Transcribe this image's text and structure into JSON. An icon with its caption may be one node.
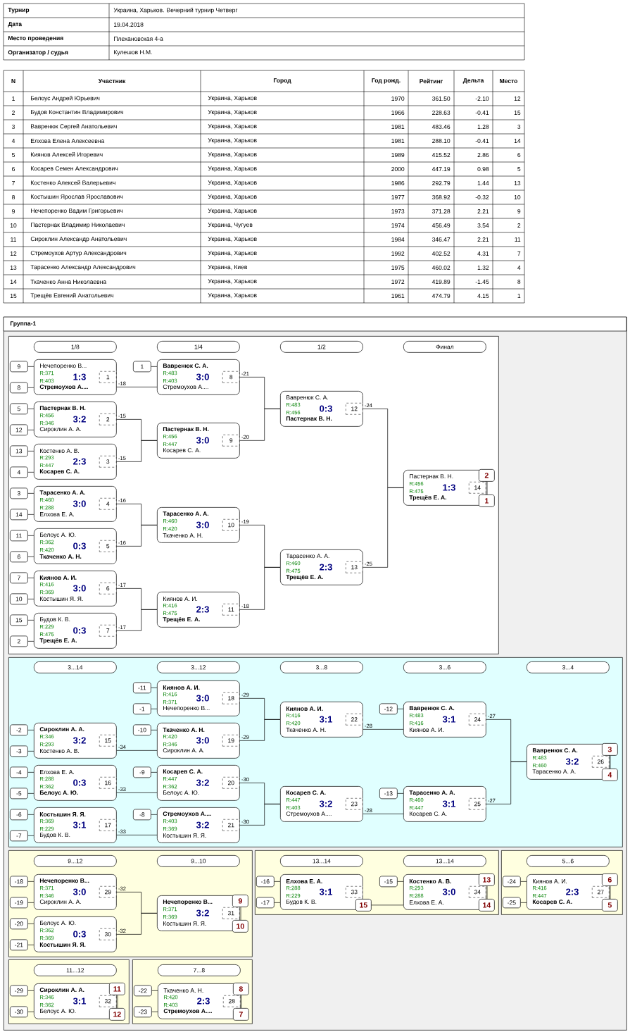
{
  "diagram": {
    "nodes": [
      {
        "text": [
          "Группа-1"
        ]
      },
      {
        "text": [],
        "shape": "box",
        "in": 0
      },
      {
        "text": [
          "1/8"
        ],
        "in": 1
      },
      {
        "text": [
          "1/4"
        ],
        "in": 1
      },
      {
        "text": [
          "1/2"
        ],
        "in": 1
      },
      {
        "text": [
          "Финал"
        ],
        "in": 1
      },
      {
        "text": [
          "9"
        ],
        "in": 1
      },
      {
        "text": [
          "8"
        ],
        "in": 1
      },
      {
        "text": [
          "Нечепоренко В...",
          "R:371",
          "1:3",
          "R:403",
          "**Стремоухов А....**"
        ],
        "in": 1
      },
      {
        "text": [
          "1"
        ],
        "in": 8
      },
      {
        "text": [
          "5"
        ],
        "in": 1
      },
      {
        "text": [
          "12"
        ],
        "in": 1
      },
      {
        "text": [
          "**Пастернак В. Н.**",
          "R:456",
          "3:2",
          "R:346",
          "Сироклин А. А."
        ],
        "in": 1
      },
      {
        "text": [
          "2"
        ],
        "in": 12
      },
      {
        "text": [
          "13"
        ],
        "in": 1
      },
      {
        "text": [
          "4"
        ],
        "in": 1
      },
      {
        "text": [
          "Костенко А. В.",
          "R:293",
          "2:3",
          "R:447",
          "**Косарев С. А.**"
        ],
        "in": 1
      },
      {
        "text": [
          "3"
        ],
        "in": 16
      },
      {
        "text": [
          "3"
        ],
        "in": 1
      },
      {
        "text": [
          "14"
        ],
        "in": 1
      },
      {
        "text": [
          "**Тарасенко А. А.**",
          "R:460",
          "3:0",
          "R:288",
          "Елхова Е. А."
        ],
        "in": 1
      },
      {
        "text": [
          "4"
        ],
        "in": 20
      },
      {
        "text": [
          "11"
        ],
        "in": 1
      },
      {
        "text": [
          "6"
        ],
        "in": 1
      },
      {
        "text": [
          "Белоус А. Ю.",
          "R:362",
          "0:3",
          "R:420",
          "**Ткаченко А. Н.**"
        ],
        "in": 1
      },
      {
        "text": [
          "5"
        ],
        "in": 24
      },
      {
        "text": [
          "7"
        ],
        "in": 1
      },
      {
        "text": [
          "10"
        ],
        "in": 1
      },
      {
        "text": [
          "**Киянов А. И.**",
          "R:416",
          "3:0",
          "R:369",
          "Костышин Я. Я."
        ],
        "in": 1
      },
      {
        "text": [
          "6"
        ],
        "in": 28
      },
      {
        "text": [
          "15"
        ],
        "in": 1
      },
      {
        "text": [
          "2"
        ],
        "in": 1
      },
      {
        "text": [
          "Будов К. В.",
          "R:229",
          "0:3",
          "R:475",
          "**Трещёв Е. А.**"
        ],
        "in": 1
      },
      {
        "text": [
          "7"
        ],
        "in": 32
      },
      {
        "text": [
          "1"
        ],
        "in": 1
      },
      {
        "text": [
          "**Вавренюк С. А.**",
          "R:483",
          "3:0",
          "R:403",
          "Стремоухов А...."
        ],
        "in": 1
      },
      {
        "text": [
          "8"
        ],
        "in": 35
      },
      {
        "text": [
          "**Пастернак В. Н.**",
          "R:456",
          "3:0",
          "R:447",
          "Косарев С. А."
        ],
        "in": 1
      },
      {
        "text": [
          "9"
        ],
        "in": 37
      },
      {
        "text": [
          "**Тарасенко А. А.**",
          "R:460",
          "3:0",
          "R:420",
          "Ткаченко А. Н."
        ],
        "in": 1
      },
      {
        "text": [
          "10"
        ],
        "in": 39
      },
      {
        "text": [
          "Киянов А. И.",
          "R:416",
          "2:3",
          "R:475",
          "**Трещёв Е. А.**"
        ],
        "in": 1
      },
      {
        "text": [
          "11"
        ],
        "in": 41
      },
      {
        "text": [
          "Вавренюк С. А.",
          "R:483",
          "0:3",
          "R:456",
          "**Пастернак В. Н.**"
        ],
        "in": 1
      },
      {
        "text": [
          "12"
        ],
        "in": 43
      },
      {
        "text": [
          "Тарасенко А. А.",
          "R:460",
          "2:3",
          "R:475",
          "**Трещёв Е. А.**"
        ],
        "in": 1
      },
      {
        "text": [
          "13"
        ],
        "in": 45
      },
      {
        "text": [
          "Пастернак В. Н.",
          "R:456",
          "1:3",
          "R:475",
          "**Трещёв Е. А.**"
        ],
        "in": 1
      },
      {
        "text": [
          "14"
        ],
        "in": 47
      },
      {
        "text": [
          "2"
        ],
        "in": 1
      },
      {
        "text": [
          "1"
        ],
        "in": 1
      },
      {
        "text": [],
        "shape": "box",
        "in": 0
      },
      {
        "text": [
          "3...14"
        ],
        "in": 51
      },
      {
        "text": [
          "3...12"
        ],
        "in": 51
      },
      {
        "text": [
          "3...8"
        ],
        "in": 51
      },
      {
        "text": [
          "3...6"
        ],
        "in": 51
      },
      {
        "text": [
          "3...4"
        ],
        "in": 51
      },
      {
        "text": [
          "-2"
        ],
        "in": 51
      },
      {
        "text": [
          "-3"
        ],
        "in": 51
      },
      {
        "text": [
          "**Сироклин А. А.**",
          "R:346",
          "3:2",
          "R:293",
          "Костенко А. В."
        ],
        "in": 51
      },
      {
        "text": [
          "15"
        ],
        "in": 59
      },
      {
        "text": [
          "-4"
        ],
        "in": 51
      },
      {
        "text": [
          "-5"
        ],
        "in": 51
      },
      {
        "text": [
          "Елхова Е. А.",
          "R:288",
          "0:3",
          "R:362",
          "**Белоус А. Ю.**"
        ],
        "in": 51
      },
      {
        "text": [
          "16"
        ],
        "in": 63
      },
      {
        "text": [
          "-6"
        ],
        "in": 51
      },
      {
        "text": [
          "-7"
        ],
        "in": 51
      },
      {
        "text": [
          "**Костышин Я. Я.**",
          "R:369",
          "3:1",
          "R:229",
          "Будов К. В."
        ],
        "in": 51
      },
      {
        "text": [
          "17"
        ],
        "in": 67
      },
      {
        "text": [
          "-11"
        ],
        "in": 51
      },
      {
        "text": [
          "-1"
        ],
        "in": 51
      },
      {
        "text": [
          "**Киянов А. И.**",
          "R:416",
          "3:0",
          "R:371",
          "Нечепоренко В..."
        ],
        "in": 51
      },
      {
        "text": [
          "18"
        ],
        "in": 71
      },
      {
        "text": [
          "-10"
        ],
        "in": 51
      },
      {
        "text": [
          "**Ткаченко А. Н.**",
          "R:420",
          "3:0",
          "R:346",
          "Сироклин А. А."
        ],
        "in": 51
      },
      {
        "text": [
          "19"
        ],
        "in": 74
      },
      {
        "text": [
          "-9"
        ],
        "in": 51
      },
      {
        "text": [
          "**Косарев С. А.**",
          "R:447",
          "3:2",
          "R:362",
          "Белоус А. Ю."
        ],
        "in": 51
      },
      {
        "text": [
          "20"
        ],
        "in": 77
      },
      {
        "text": [
          "-8"
        ],
        "in": 51
      },
      {
        "text": [
          "**Стремоухов А....**",
          "R:403",
          "3:2",
          "R:369",
          "Костышин Я. Я."
        ],
        "in": 51
      },
      {
        "text": [
          "21"
        ],
        "in": 80
      },
      {
        "text": [
          "**Киянов А. И.**",
          "R:416",
          "3:1",
          "R:420",
          "Ткаченко А. Н."
        ],
        "in": 51
      },
      {
        "text": [
          "22"
        ],
        "in": 82
      },
      {
        "text": [
          "**Косарев С. А.**",
          "R:447",
          "3:2",
          "R:403",
          "Стремоухов А...."
        ],
        "in": 51
      },
      {
        "text": [
          "23"
        ],
        "in": 84
      },
      {
        "text": [
          "-12"
        ],
        "in": 51
      },
      {
        "text": [
          "**Вавренюк С. А.**",
          "R:483",
          "3:1",
          "R:416",
          "Киянов А. И."
        ],
        "in": 51
      },
      {
        "text": [
          "24"
        ],
        "in": 87
      },
      {
        "text": [
          "-13"
        ],
        "in": 51
      },
      {
        "text": [
          "**Тарасенко А. А.**",
          "R:460",
          "3:1",
          "R:447",
          "Косарев С. А."
        ],
        "in": 51
      },
      {
        "text": [
          "25"
        ],
        "in": 90
      },
      {
        "text": [
          "**Вавренюк С. А.**",
          "R:483",
          "3:2",
          "R:460",
          "Тарасенко А. А."
        ],
        "in": 51
      },
      {
        "text": [
          "26"
        ],
        "in": 92
      },
      {
        "text": [
          "3"
        ],
        "in": 51
      },
      {
        "text": [
          "4"
        ],
        "in": 51
      },
      {
        "text": [],
        "shape": "box",
        "in": 0
      },
      {
        "text": [
          "9...12"
        ],
        "in": 96
      },
      {
        "text": [
          "9...10"
        ],
        "in": 96
      },
      {
        "text": [
          "-18"
        ],
        "in": 96
      },
      {
        "text": [
          "-19"
        ],
        "in": 96
      },
      {
        "text": [
          "**Нечепоренко В...**",
          "R:371",
          "3:0",
          "R:346",
          "Сироклин А. А."
        ],
        "in": 96
      },
      {
        "text": [
          "29"
        ],
        "in": 101
      },
      {
        "text": [
          "-20"
        ],
        "in": 96
      },
      {
        "text": [
          "-21"
        ],
        "in": 96
      },
      {
        "text": [
          "Белоус А. Ю.",
          "R:362",
          "0:3",
          "R:369",
          "**Костышин Я. Я.**"
        ],
        "in": 96
      },
      {
        "text": [
          "30"
        ],
        "in": 105
      },
      {
        "text": [
          "**Нечепоренко В...**",
          "R:371",
          "3:2",
          "R:369",
          "Костышин Я. Я."
        ],
        "in": 96
      },
      {
        "text": [
          "31"
        ],
        "in": 107
      },
      {
        "text": [
          "9"
        ],
        "in": 96
      },
      {
        "text": [
          "10"
        ],
        "in": 96
      },
      {
        "text": [],
        "shape": "box",
        "in": 0
      },
      {
        "text": [
          "13...14"
        ],
        "in": 111
      },
      {
        "text": [
          "13...14"
        ],
        "in": 111
      },
      {
        "text": [
          "-16"
        ],
        "in": 111
      },
      {
        "text": [
          "-17"
        ],
        "in": 111
      },
      {
        "text": [
          "**Елхова Е. А.**",
          "R:288",
          "3:1",
          "R:229",
          "Будов К. В."
        ],
        "in": 111
      },
      {
        "text": [
          "33"
        ],
        "in": 116
      },
      {
        "text": [
          "15"
        ],
        "in": 111
      },
      {
        "text": [
          "-15"
        ],
        "in": 111
      },
      {
        "text": [
          "**Костенко А. В.**",
          "R:293",
          "3:0",
          "R:288",
          "Елхова Е. А."
        ],
        "in": 111
      },
      {
        "text": [
          "34"
        ],
        "in": 120
      },
      {
        "text": [
          "13"
        ],
        "in": 111
      },
      {
        "text": [
          "14"
        ],
        "in": 111
      },
      {
        "text": [],
        "shape": "box",
        "in": 0
      },
      {
        "text": [
          "5...6"
        ],
        "in": 124
      },
      {
        "text": [
          "-24"
        ],
        "in": 124
      },
      {
        "text": [
          "-25"
        ],
        "in": 124
      },
      {
        "text": [
          "Киянов А. И.",
          "R:416",
          "2:3",
          "R:447",
          "**Косарев С. А.**"
        ],
        "in": 124
      },
      {
        "text": [
          "27"
        ],
        "in": 128
      },
      {
        "text": [
          "6"
        ],
        "in": 124
      },
      {
        "text": [
          "5"
        ],
        "in": 124
      },
      {
        "text": [],
        "shape": "box",
        "in": 0
      },
      {
        "text": [
          "11...12"
        ],
        "in": 132
      },
      {
        "text": [
          "-29"
        ],
        "in": 132
      },
      {
        "text": [
          "-30"
        ],
        "in": 132
      },
      {
        "text": [
          "**Сироклин А. А.**",
          "R:346",
          "3:1",
          "R:362",
          "Белоус А. Ю."
        ],
        "in": 132
      },
      {
        "text": [
          "32"
        ],
        "in": 136
      },
      {
        "text": [
          "11"
        ],
        "in": 132
      },
      {
        "text": [
          "12"
        ],
        "in": 132
      },
      {
        "text": [],
        "shape": "box",
        "in": 0
      },
      {
        "text": [
          "7...8"
        ],
        "in": 140
      },
      {
        "text": [
          "-22"
        ],
        "in": 140
      },
      {
        "text": [
          "-23"
        ],
        "in": 140
      },
      {
        "text": [
          "Ткаченко А. Н.",
          "R:420",
          "2:3",
          "R:403",
          "**Стремоухов А....**"
        ],
        "in": 140
      },
      {
        "text": [
          "28"
        ],
        "in": 144
      },
      {
        "text": [
          "8"
        ],
        "in": 140
      },
      {
        "text": [
          "7"
        ],
        "in": 140
      }
    ],
    "edges": [
      {
        "from": 6,
        "to": 8,
        "arrow": "none"
      },
      {
        "from": 7,
        "to": 8,
        "arrow": "none"
      },
      {
        "from": 10,
        "to": 12,
        "arrow": "none"
      },
      {
        "from": 11,
        "to": 12,
        "arrow": "none"
      },
      {
        "from": 14,
        "to": 16,
        "arrow": "none"
      },
      {
        "from": 15,
        "to": 16,
        "arrow": "none"
      },
      {
        "from": 18,
        "to": 20,
        "arrow": "none"
      },
      {
        "from": 19,
        "to": 20,
        "arrow": "none"
      },
      {
        "from": 22,
        "to": 24,
        "arrow": "none"
      },
      {
        "from": 23,
        "to": 24,
        "arrow": "none"
      },
      {
        "from": 26,
        "to": 28,
        "arrow": "none"
      },
      {
        "from": 27,
        "to": 28,
        "arrow": "none"
      },
      {
        "from": 30,
        "to": 32,
        "arrow": "none"
      },
      {
        "from": 31,
        "to": 32,
        "arrow": "none"
      },
      {
        "from": 34,
        "to": 35,
        "arrow": "none"
      },
      {
        "from": 8,
        "to": 35,
        "arrow": "none",
        "label": "-18"
      },
      {
        "from": 12,
        "to": 37,
        "arrow": "none",
        "label": "-15"
      },
      {
        "from": 16,
        "to": 37,
        "arrow": "none",
        "label": "-15"
      },
      {
        "from": 20,
        "to": 39,
        "arrow": "none",
        "label": "-16"
      },
      {
        "from": 24,
        "to": 39,
        "arrow": "none",
        "label": "-16"
      },
      {
        "from": 28,
        "to": 41,
        "arrow": "none",
        "label": "-17"
      },
      {
        "from": 32,
        "to": 41,
        "arrow": "none",
        "label": "-17"
      },
      {
        "from": 35,
        "to": 43,
        "arrow": "none",
        "label": "-21"
      },
      {
        "from": 37,
        "to": 43,
        "arrow": "none",
        "label": "-20"
      },
      {
        "from": 39,
        "to": 45,
        "arrow": "none",
        "label": "-19"
      },
      {
        "from": 41,
        "to": 45,
        "arrow": "none",
        "label": "-18"
      },
      {
        "from": 43,
        "to": 47,
        "arrow": "none",
        "label": "-24"
      },
      {
        "from": 45,
        "to": 47,
        "arrow": "none",
        "label": "-25"
      },
      {
        "from": 49,
        "to": 50,
        "arrow": "none"
      },
      {
        "from": 57,
        "to": 59,
        "arrow": "none"
      },
      {
        "from": 58,
        "to": 59,
        "arrow": "none"
      },
      {
        "from": 61,
        "to": 63,
        "arrow": "none"
      },
      {
        "from": 62,
        "to": 63,
        "arrow": "none"
      },
      {
        "from": 65,
        "to": 67,
        "arrow": "none"
      },
      {
        "from": 66,
        "to": 67,
        "arrow": "none"
      },
      {
        "from": 69,
        "to": 71,
        "arrow": "none"
      },
      {
        "from": 70,
        "to": 71,
        "arrow": "none"
      },
      {
        "from": 73,
        "to": 74,
        "arrow": "none"
      },
      {
        "from": 76,
        "to": 77,
        "arrow": "none"
      },
      {
        "from": 79,
        "to": 80,
        "arrow": "none"
      },
      {
        "from": 86,
        "to": 87,
        "arrow": "none"
      },
      {
        "from": 89,
        "to": 90,
        "arrow": "none"
      },
      {
        "from": 59,
        "to": 74,
        "arrow": "none",
        "label": "-34"
      },
      {
        "from": 63,
        "to": 77,
        "arrow": "none",
        "label": "-33"
      },
      {
        "from": 67,
        "to": 80,
        "arrow": "none",
        "label": "-33"
      },
      {
        "from": 71,
        "to": 82,
        "arrow": "none",
        "label": "-29"
      },
      {
        "from": 74,
        "to": 82,
        "arrow": "none",
        "label": "-29"
      },
      {
        "from": 77,
        "to": 84,
        "arrow": "none",
        "label": "-30"
      },
      {
        "from": 80,
        "to": 84,
        "arrow": "none",
        "label": "-30"
      },
      {
        "from": 82,
        "to": 87,
        "arrow": "none",
        "label": "-28"
      },
      {
        "from": 84,
        "to": 90,
        "arrow": "none",
        "label": "-28"
      },
      {
        "from": 87,
        "to": 92,
        "arrow": "none",
        "label": "-27"
      },
      {
        "from": 90,
        "to": 92,
        "arrow": "none",
        "label": "-27"
      },
      {
        "from": 94,
        "to": 95,
        "arrow": "none"
      },
      {
        "from": 99,
        "to": 101,
        "arrow": "none"
      },
      {
        "from": 100,
        "to": 101,
        "arrow": "none"
      },
      {
        "from": 103,
        "to": 105,
        "arrow": "none"
      },
      {
        "from": 104,
        "to": 105,
        "arrow": "none"
      },
      {
        "from": 101,
        "to": 107,
        "arrow": "none",
        "label": "-32"
      },
      {
        "from": 105,
        "to": 107,
        "arrow": "none",
        "label": "-32"
      },
      {
        "from": 109,
        "to": 110,
        "arrow": "none"
      },
      {
        "from": 114,
        "to": 116,
        "arrow": "none"
      },
      {
        "from": 115,
        "to": 116,
        "arrow": "none"
      },
      {
        "from": 118,
        "to": 120,
        "arrow": "none"
      },
      {
        "from": 119,
        "to": 120,
        "arrow": "none"
      },
      {
        "from": 122,
        "to": 123,
        "arrow": "none"
      },
      {
        "from": 126,
        "to": 128,
        "arrow": "none"
      },
      {
        "from": 127,
        "to": 128,
        "arrow": "none"
      },
      {
        "from": 130,
        "to": 131,
        "arrow": "none"
      },
      {
        "from": 134,
        "to": 136,
        "arrow": "none"
      },
      {
        "from": 135,
        "to": 136,
        "arrow": "none"
      },
      {
        "from": 138,
        "to": 139,
        "arrow": "none"
      },
      {
        "from": 142,
        "to": 144,
        "arrow": "none"
      },
      {
        "from": 143,
        "to": 144,
        "arrow": "none"
      },
      {
        "from": 146,
        "to": 147,
        "arrow": "none"
      }
    ],
    "labels": [
      "Турнир",
      "Украина, Харьков. Вечерний турнир Четверг",
      "Дата",
      "19.04.2018",
      "Место проведения",
      "Плехановская 4-а",
      "Организатор / судья",
      "Кулешов Н.М.",
      "N",
      "Участник",
      "Город",
      "Год рожд.",
      "Рейтинг",
      "Дельта",
      "Место",
      "1",
      "Белоус Андрей Юрьевич",
      "Украина, Харьков",
      "1970",
      "361.50",
      "-2.10",
      "12",
      "2",
      "Будов Константин Владимирович",
      "Украина, Харьков",
      "1966",
      "228.63",
      "-0.41",
      "15",
      "3",
      "Вавренюк Сергей Анатольевич",
      "Украина, Харьков",
      "1981",
      "483.46",
      "1.28",
      "3",
      "4",
      "Елхова Елена Алексеевна",
      "Украина, Харьков",
      "1981",
      "288.10",
      "-0.41",
      "14",
      "5",
      "Киянов Алексей Игоревич",
      "Украина, Харьков",
      "1989",
      "415.52",
      "2.86",
      "6",
      "6",
      "Косарев Семен Александрович",
      "Украина, Харьков",
      "2000",
      "447.19",
      "0.98",
      "5",
      "7",
      "Костенко Алексей Валерьевич",
      "Украина, Харьков",
      "1986",
      "292.79",
      "1.44",
      "13",
      "8",
      "Костышин Ярослав Ярославович",
      "Украина, Харьков",
      "1977",
      "368.92",
      "-0.32",
      "10",
      "9",
      "Нечепоренко Вадим Григорьевич",
      "Украина, Харьков",
      "1973",
      "371.28",
      "2.21",
      "9",
      "10",
      "Пастернак Владимир Николаевич",
      "Украина, Чугуев",
      "1974",
      "456.49",
      "3.54",
      "2",
      "11",
      "Сироклин Александр Анатольевич",
      "Украина, Харьков",
      "1984",
      "346.47",
      "2.21",
      "11",
      "12",
      "Стремоухов Артур Александрович",
      "Украина, Харьков",
      "1992",
      "402.52",
      "4.31",
      "7",
      "13",
      "Тарасенко Александр Александрович",
      "Украина, Киев",
      "1975",
      "460.02",
      "1.32",
      "4",
      "14",
      "Ткаченко Анна Николаевна",
      "Украина, Харьков",
      "1972",
      "419.89",
      "-1.45",
      "8",
      "15",
      "Трещёв Евгений Анатольевич",
      "Украина, Харьков",
      "1961",
      "474.79",
      "4.15",
      "1"
    ]
  }
}
